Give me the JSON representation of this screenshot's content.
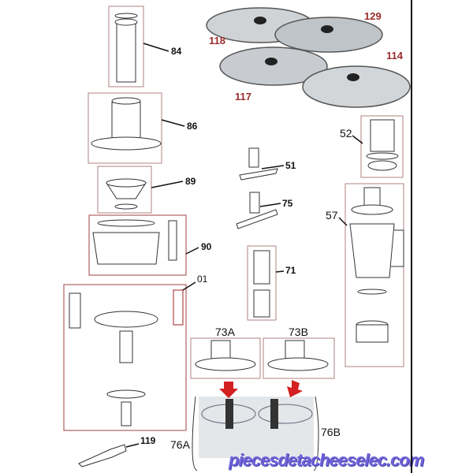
{
  "diagram": {
    "part_labels": {
      "p84": "84",
      "p86": "86",
      "p89": "89",
      "p90": "90",
      "p01": "01",
      "p119": "119",
      "p118": "118",
      "p129": "129",
      "p117": "117",
      "p114": "114",
      "p51": "51",
      "p75": "75",
      "p71": "71",
      "p52": "52",
      "p57": "57",
      "p73A": "73A",
      "p73B": "73B",
      "p76A": "76A",
      "p76B": "76B"
    },
    "watermark": "piecesdetacheeselec.com",
    "colors": {
      "disc_label": "#9b2c2c",
      "box_border": "#b07070",
      "arrow": "#d42020",
      "watermark": "#6f63d8"
    }
  }
}
